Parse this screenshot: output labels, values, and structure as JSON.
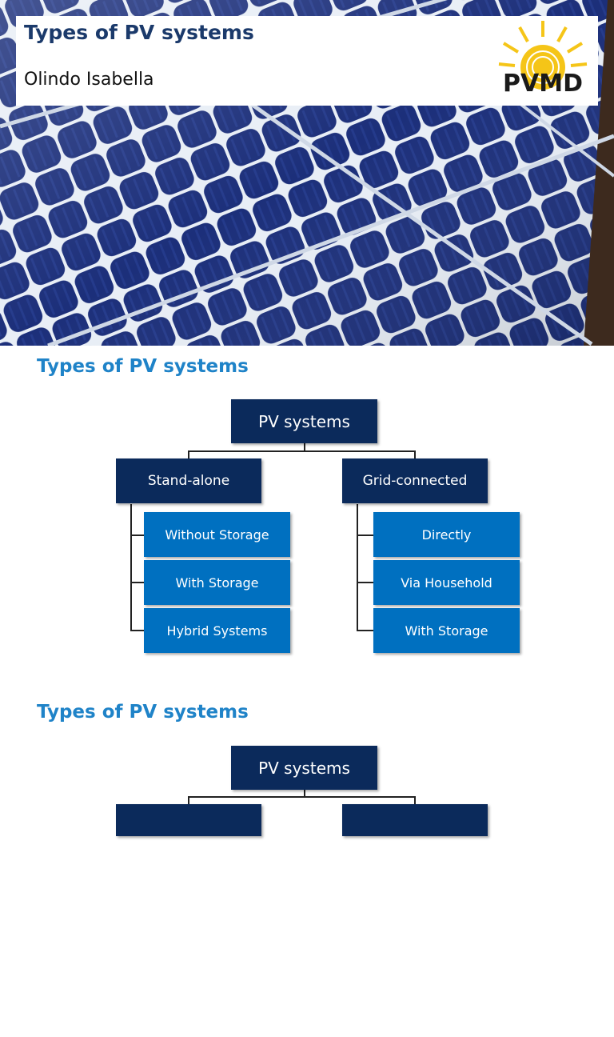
{
  "cover": {
    "title": "Types of PV systems",
    "author": "Olindo Isabella",
    "logo_text": "PVMD"
  },
  "colors": {
    "heading_blue": "#1f83c8",
    "navy_box": "#0b2a5b",
    "sub_box": "#0070c0",
    "logo_yellow": "#f5c518",
    "title_navy": "#1b3a6b"
  },
  "slide2": {
    "heading": "Types of PV systems",
    "root": "PV systems",
    "branches": [
      {
        "label": "Stand-alone",
        "items": [
          "Without Storage",
          "With Storage",
          "Hybrid Systems"
        ]
      },
      {
        "label": "Grid-connected",
        "items": [
          "Directly",
          "Via Household",
          "With Storage"
        ]
      }
    ]
  },
  "slide3": {
    "heading": "Types of PV systems",
    "root": "PV systems"
  }
}
